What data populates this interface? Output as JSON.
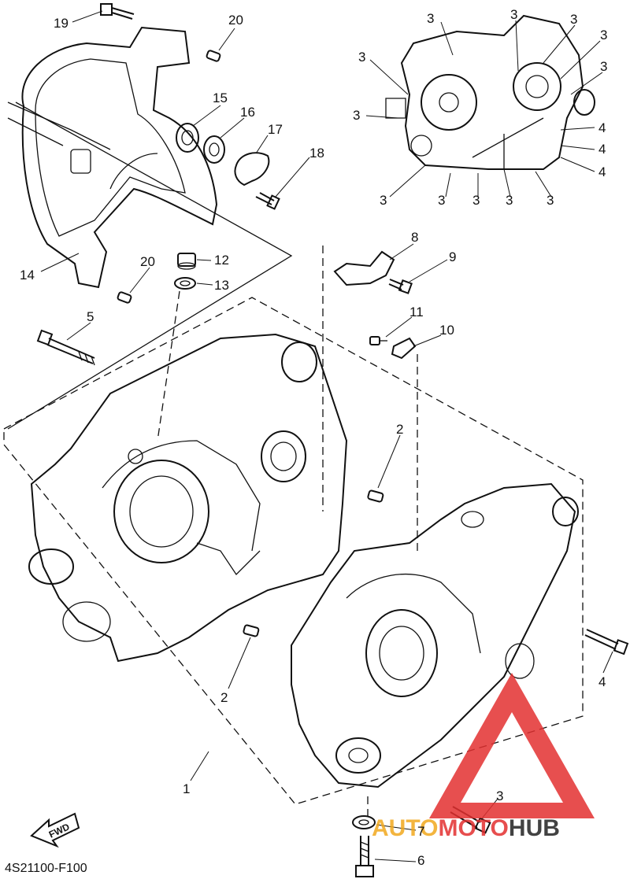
{
  "diagram_code": "4S21100-F100",
  "fwd_label": "FWD",
  "watermark": {
    "text_auto": "AUTO",
    "text_moto": "MOTO",
    "text_hub": "HUB",
    "colors": {
      "auto": "#f2a91e",
      "moto": "#e33030",
      "hub": "#222222",
      "triangle": "#e33030"
    }
  },
  "callouts": {
    "c1": "1",
    "c2a": "2",
    "c2b": "2",
    "c3_t1": "3",
    "c3_t2": "3",
    "c3_t3": "3",
    "c3_t4": "3",
    "c3_t5": "3",
    "c3_l1": "3",
    "c3_l2": "3",
    "c3_b1": "3",
    "c3_b2": "3",
    "c3_b3": "3",
    "c3_b4": "3",
    "c3_b5": "3",
    "c3_bolt": "3",
    "c4_r1": "4",
    "c4_r2": "4",
    "c4_r3": "4",
    "c4_main": "4",
    "c5": "5",
    "c6": "6",
    "c7": "7",
    "c8": "8",
    "c9": "9",
    "c10": "10",
    "c11": "11",
    "c12": "12",
    "c13": "13",
    "c14": "14",
    "c15": "15",
    "c16": "16",
    "c17": "17",
    "c18": "18",
    "c19": "19",
    "c20a": "20",
    "c20b": "20"
  }
}
